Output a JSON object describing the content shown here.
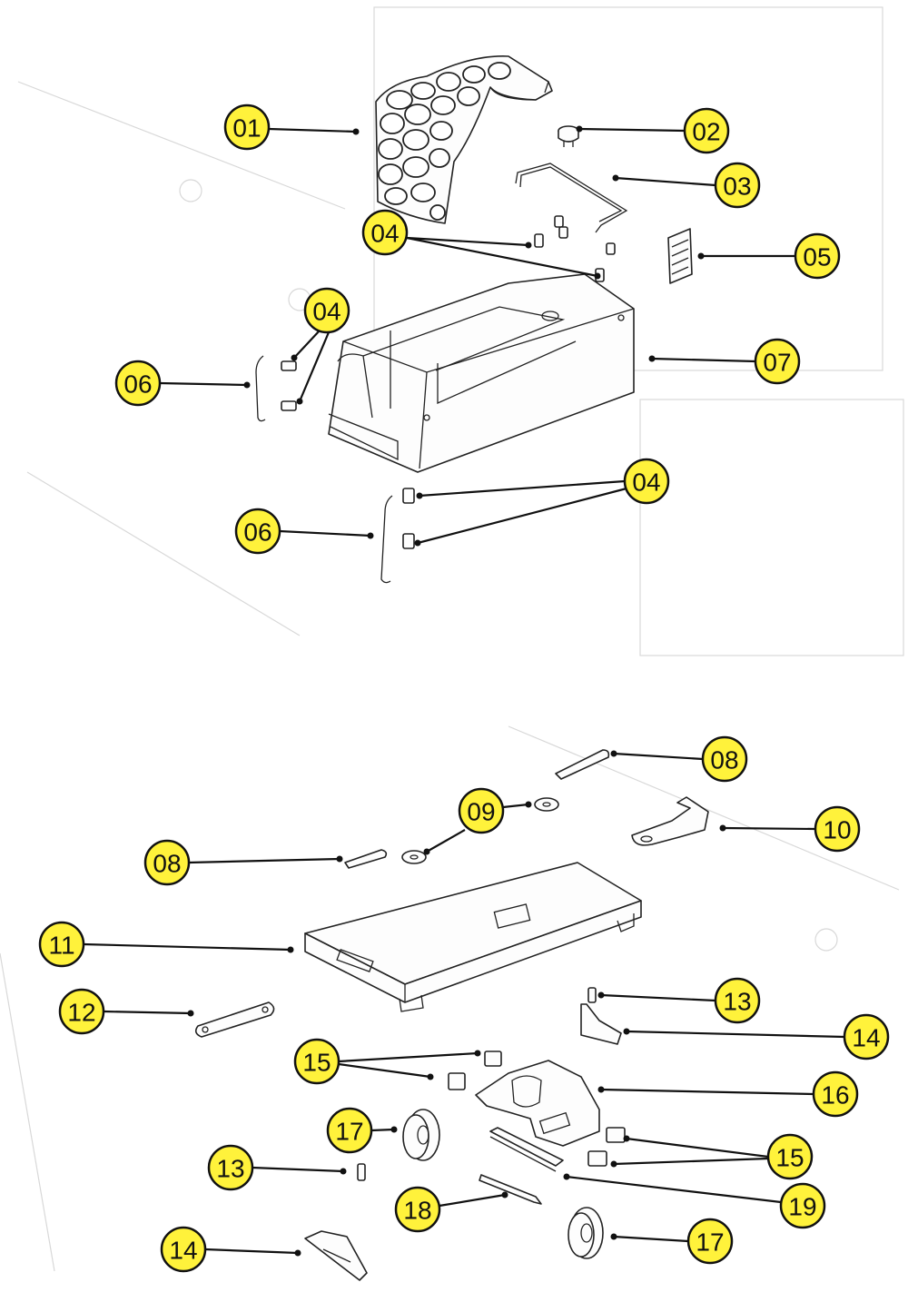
{
  "callouts": [
    {
      "id": "c01",
      "text": "01"
    },
    {
      "id": "c02",
      "text": "02"
    },
    {
      "id": "c03",
      "text": "03"
    },
    {
      "id": "c04a",
      "text": "04"
    },
    {
      "id": "c05",
      "text": "05"
    },
    {
      "id": "c04b",
      "text": "04"
    },
    {
      "id": "c06a",
      "text": "06"
    },
    {
      "id": "c07",
      "text": "07"
    },
    {
      "id": "c04c",
      "text": "04"
    },
    {
      "id": "c06b",
      "text": "06"
    },
    {
      "id": "c08a",
      "text": "08"
    },
    {
      "id": "c09",
      "text": "09"
    },
    {
      "id": "c10",
      "text": "10"
    },
    {
      "id": "c08b",
      "text": "08"
    },
    {
      "id": "c11",
      "text": "11"
    },
    {
      "id": "c12",
      "text": "12"
    },
    {
      "id": "c13a",
      "text": "13"
    },
    {
      "id": "c14a",
      "text": "14"
    },
    {
      "id": "c15a",
      "text": "15"
    },
    {
      "id": "c16",
      "text": "16"
    },
    {
      "id": "c17a",
      "text": "17"
    },
    {
      "id": "c15b",
      "text": "15"
    },
    {
      "id": "c13b",
      "text": "13"
    },
    {
      "id": "c18",
      "text": "18"
    },
    {
      "id": "c19",
      "text": "19"
    },
    {
      "id": "c14b",
      "text": "14"
    },
    {
      "id": "c17b",
      "text": "17"
    }
  ],
  "colors": {
    "callout_fill": "#fff23b",
    "line": "#111111",
    "paper": "#ffffff"
  }
}
